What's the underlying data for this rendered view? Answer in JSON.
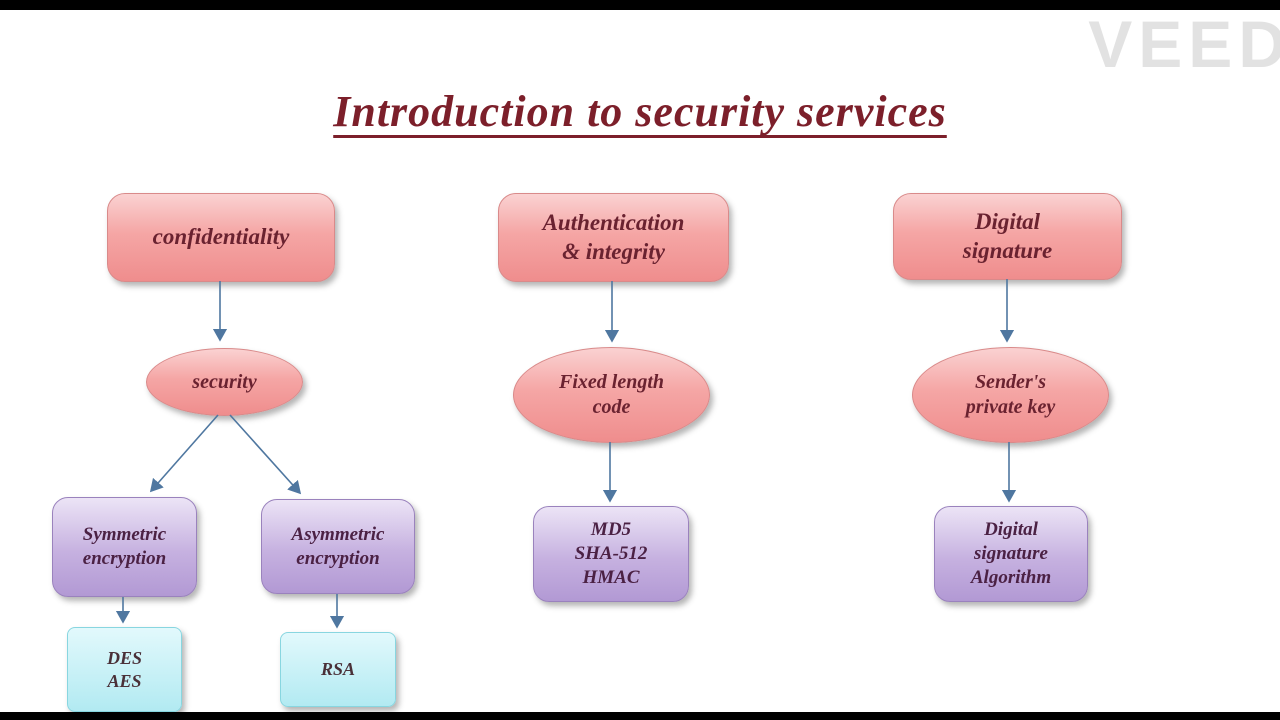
{
  "watermark": "VEED",
  "title": "Introduction to security services",
  "colors": {
    "title": "#7c1f2a",
    "pink_node": "#f5a6a5",
    "purple_node": "#c6b1e0",
    "cyan_node": "#b2eaf2",
    "arrow": "#4f77a0",
    "letterbox": "#000000"
  },
  "diagram": {
    "columns": [
      {
        "root": "confidentiality",
        "middle": "security",
        "children": [
          "Symmetric\nencryption",
          "Asymmetric\nencryption"
        ],
        "leaves": [
          "DES\nAES",
          "RSA"
        ]
      },
      {
        "root": "Authentication\n& integrity",
        "middle": "Fixed length\ncode",
        "children": [
          "MD5\nSHA-512\nHMAC"
        ],
        "leaves": []
      },
      {
        "root": "Digital\nsignature",
        "middle": "Sender's\nprivate key",
        "children": [
          "Digital\nsignature\nAlgorithm"
        ],
        "leaves": []
      }
    ]
  }
}
